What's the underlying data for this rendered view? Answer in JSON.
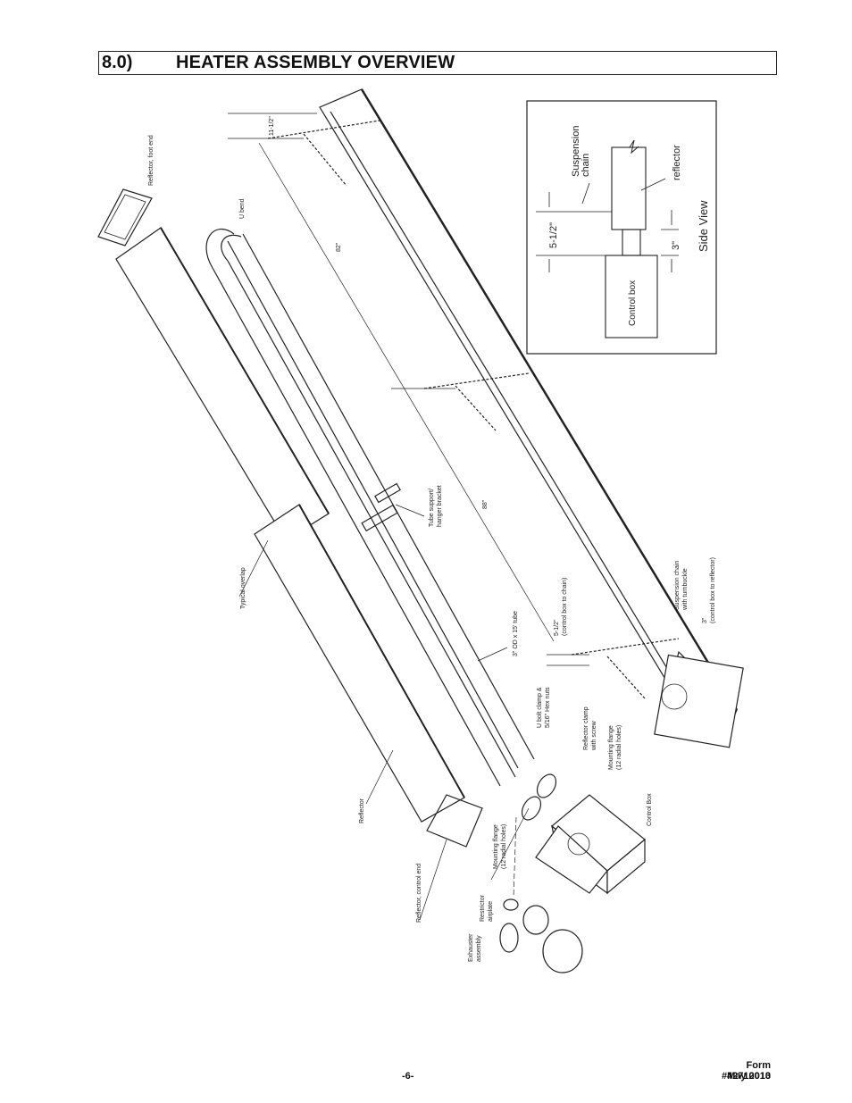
{
  "header": {
    "number": "8.0)",
    "title": "HEATER ASSEMBLY OVERVIEW"
  },
  "diagram": {
    "labels": {
      "reflector_foot_end": "Reflector, foot end",
      "u_bend": "U bend",
      "dim_11_half": "11-1/2\"",
      "dim_82": "82\"",
      "dim_88": "88\"",
      "tube_support_1": "Tube support/",
      "tube_support_2": "hanger bracket",
      "typical_overlap": "Typical overlap",
      "tube_3od": "3\" OD x 15' tube",
      "dim_5_half_1": "5-1/2\"",
      "dim_5_half_2": "(control box to chain)",
      "susp_chain_1": "Suspension chain",
      "susp_chain_2": "with turnbuckle",
      "dim_3_1": "3\"",
      "dim_3_2": "(control box to reflector)",
      "ubolt_1": "U bolt clamp &",
      "ubolt_2": "5/16\" Hex nuts",
      "refl_clamp_1": "Reflector clamp",
      "refl_clamp_2": "with screw",
      "mount_flange_1": "Mounting flange",
      "mount_flange_2": "(12 radial holes)",
      "control_box": "Control Box",
      "reflector": "Reflector",
      "reflector_control_end": "Reflector, control end",
      "restrictor_1": "Restrictor",
      "restrictor_2": "airplate",
      "exhauster_1": "Exhauster",
      "exhauster_2": "assembly"
    },
    "side_view": {
      "title": "Side View",
      "suspension_1": "Suspension",
      "suspension_2": "chain",
      "reflector": "reflector",
      "dim_5_half": "5-1/2\"",
      "dim_3": "3\"",
      "control_box": "Control box"
    }
  },
  "footer": {
    "page": "-6-",
    "form": "Form #42710010",
    "date": "May 2013"
  }
}
